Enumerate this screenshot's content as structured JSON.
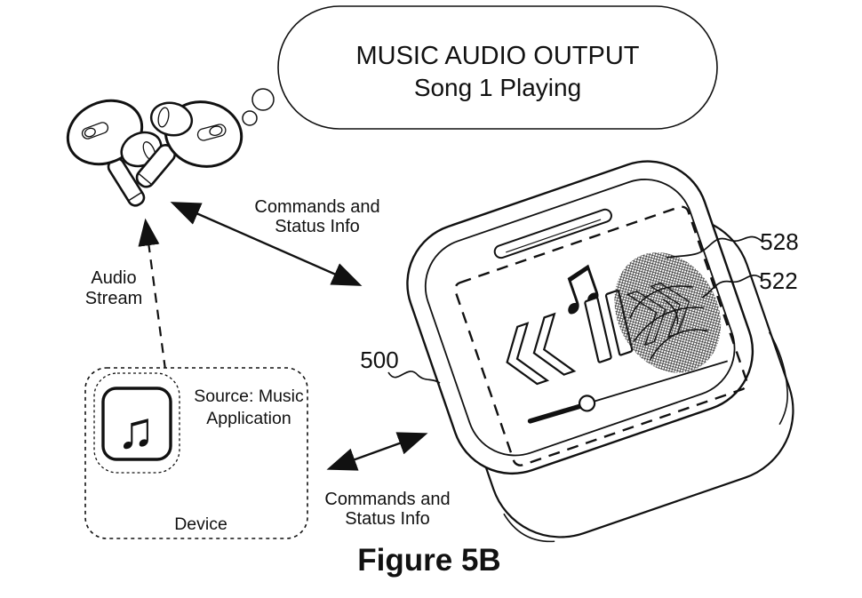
{
  "figure": {
    "caption": "Figure 5B",
    "bubble": {
      "line1": "MUSIC AUDIO OUTPUT",
      "line2": "Song 1 Playing"
    },
    "labels": {
      "top_commands": {
        "line1": "Commands and",
        "line2": "Status Info"
      },
      "bottom_commands": {
        "line1": "Commands and",
        "line2": "Status Info"
      },
      "audio": {
        "line1": "Audio",
        "line2": "Stream"
      }
    },
    "device": {
      "source_line1": "Source: Music",
      "source_line2": "Application",
      "name": "Device"
    },
    "refs": {
      "case": "500",
      "display": "528",
      "touch": "522"
    },
    "glyphs": {
      "music_note": "♫"
    },
    "icons": {
      "earbuds": "earbuds-icon",
      "device_app": "music-app-icon",
      "display_note": "music-note-icon",
      "rewind": "rewind-icon",
      "pause": "pause-icon",
      "fast_forward": "fast-forward-icon",
      "touch_contact": "touch-contact-icon"
    },
    "colors": {
      "ink": "#111111",
      "paper": "#ffffff"
    }
  }
}
